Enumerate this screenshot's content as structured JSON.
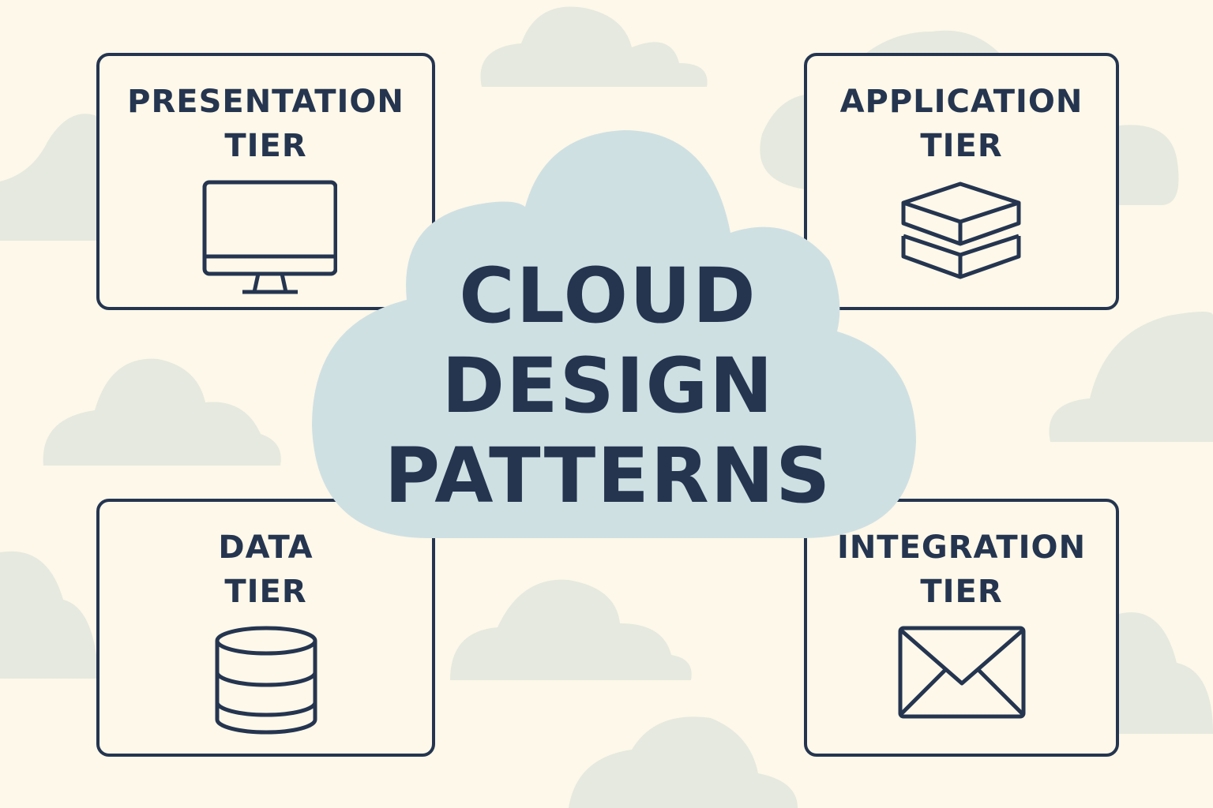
{
  "title": {
    "lines": [
      "CLOUD",
      "DESIGN",
      "PATTERNS"
    ]
  },
  "colors": {
    "background": "#fdf8e9",
    "ink": "#253550",
    "main_cloud": "#cfe0e3",
    "bg_clouds": "#e6e9df"
  },
  "tiers": [
    {
      "line1": "PRESENTATION",
      "line2": "TIER",
      "icon": "monitor-icon"
    },
    {
      "line1": "APPLICATION",
      "line2": "TIER",
      "icon": "layers-icon"
    },
    {
      "line1": "DATA",
      "line2": "TIER",
      "icon": "database-icon"
    },
    {
      "line1": "INTEGRATION",
      "line2": "TIER",
      "icon": "envelope-icon"
    }
  ]
}
